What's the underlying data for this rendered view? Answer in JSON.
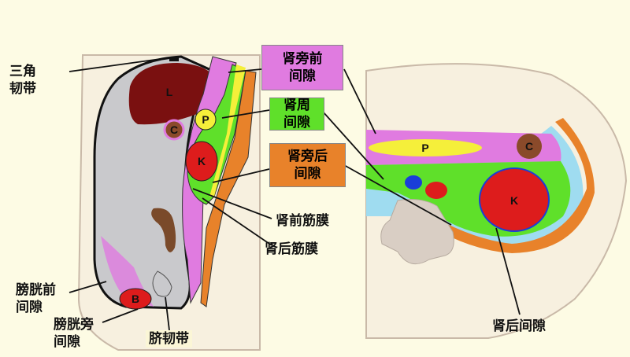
{
  "labels": {
    "triangular_ligament": "三角\n韧带",
    "anterior_pararenal": "肾旁前\n间隙",
    "perirenal": "肾周\n间隙",
    "posterior_pararenal": "肾旁后\n间隙",
    "anterior_renal_fascia": "肾前筋膜",
    "posterior_renal_fascia": "肾后筋膜",
    "prevesical_space": "膀胱前\n间隙",
    "paravesical_space": "膀胱旁\n间隙",
    "umbilical_ligament": "脐韧带",
    "posterior_renal_space_right": "肾后间隙"
  },
  "organs": {
    "liver": "L",
    "colon": "C",
    "pancreas": "P",
    "kidney": "K",
    "bladder": "B",
    "pancreas_axial": "P",
    "colon_axial": "C",
    "kidney_axial": "K"
  },
  "colors": {
    "background": "#fdfbe4",
    "anterior_pararenal": "#e07be0",
    "perirenal": "#5fe02a",
    "posterior_pararenal": "#e8822a",
    "liver": "#7a1010",
    "kidney": "#dd1c1c",
    "pancreas": "#f5ef3a",
    "colon": "#8a4a2a",
    "peritoneum": "#c9c9cc",
    "fascia_blue": "#9fdcf0",
    "vertebra": "#d9cec4"
  }
}
